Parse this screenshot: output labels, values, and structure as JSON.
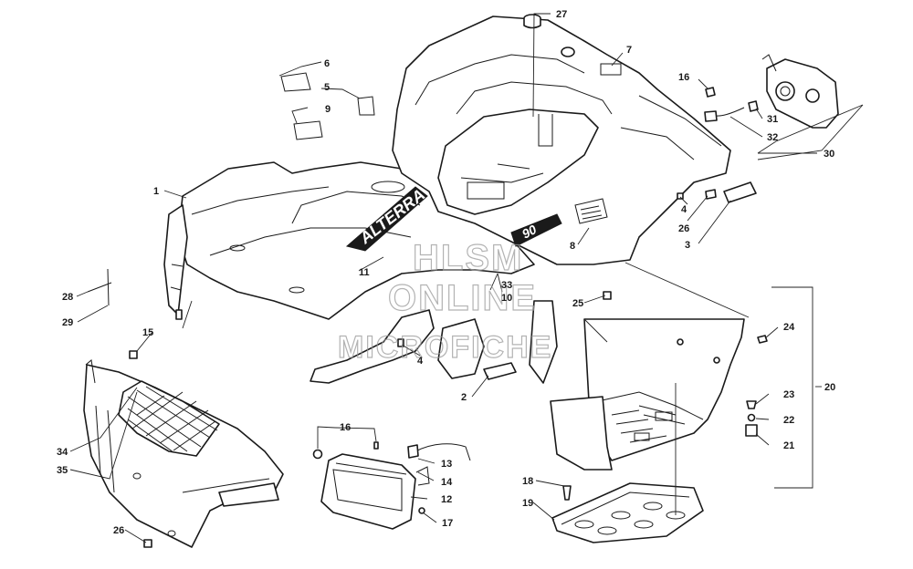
{
  "decal": {
    "brand": "ALTERRA",
    "model_badge": "90"
  },
  "watermark": {
    "line1": "HLSM",
    "line2": "ONLINE",
    "line3": "MICROFICHE"
  },
  "callouts": [
    {
      "id": "c1",
      "label": "1"
    },
    {
      "id": "c2",
      "label": "2"
    },
    {
      "id": "c3",
      "label": "3"
    },
    {
      "id": "c4a",
      "label": "4"
    },
    {
      "id": "c4b",
      "label": "4"
    },
    {
      "id": "c5",
      "label": "5"
    },
    {
      "id": "c6",
      "label": "6"
    },
    {
      "id": "c7",
      "label": "7"
    },
    {
      "id": "c8",
      "label": "8"
    },
    {
      "id": "c9",
      "label": "9"
    },
    {
      "id": "c10",
      "label": "10"
    },
    {
      "id": "c11",
      "label": "11"
    },
    {
      "id": "c12",
      "label": "12"
    },
    {
      "id": "c13",
      "label": "13"
    },
    {
      "id": "c14",
      "label": "14"
    },
    {
      "id": "c15",
      "label": "15"
    },
    {
      "id": "c16a",
      "label": "16"
    },
    {
      "id": "c16b",
      "label": "16"
    },
    {
      "id": "c17",
      "label": "17"
    },
    {
      "id": "c18",
      "label": "18"
    },
    {
      "id": "c19",
      "label": "19"
    },
    {
      "id": "c20",
      "label": "20"
    },
    {
      "id": "c21",
      "label": "21"
    },
    {
      "id": "c22",
      "label": "22"
    },
    {
      "id": "c23",
      "label": "23"
    },
    {
      "id": "c24",
      "label": "24"
    },
    {
      "id": "c25",
      "label": "25"
    },
    {
      "id": "c26a",
      "label": "26"
    },
    {
      "id": "c26b",
      "label": "26"
    },
    {
      "id": "c27",
      "label": "27"
    },
    {
      "id": "c28",
      "label": "28"
    },
    {
      "id": "c29",
      "label": "29"
    },
    {
      "id": "c30",
      "label": "30"
    },
    {
      "id": "c31",
      "label": "31"
    },
    {
      "id": "c32",
      "label": "32"
    },
    {
      "id": "c33",
      "label": "33"
    },
    {
      "id": "c34",
      "label": "34"
    },
    {
      "id": "c35",
      "label": "35"
    }
  ]
}
